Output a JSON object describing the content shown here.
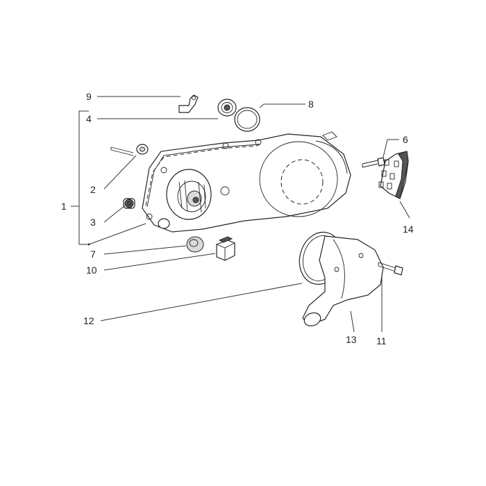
{
  "callouts": {
    "c1": "1",
    "c2": "2",
    "c3": "3",
    "c4": "4",
    "c6": "6",
    "c7": "7",
    "c8": "8",
    "c9": "9",
    "c10": "10",
    "c11": "11",
    "c12": "12",
    "c13": "13",
    "c14": "14"
  }
}
